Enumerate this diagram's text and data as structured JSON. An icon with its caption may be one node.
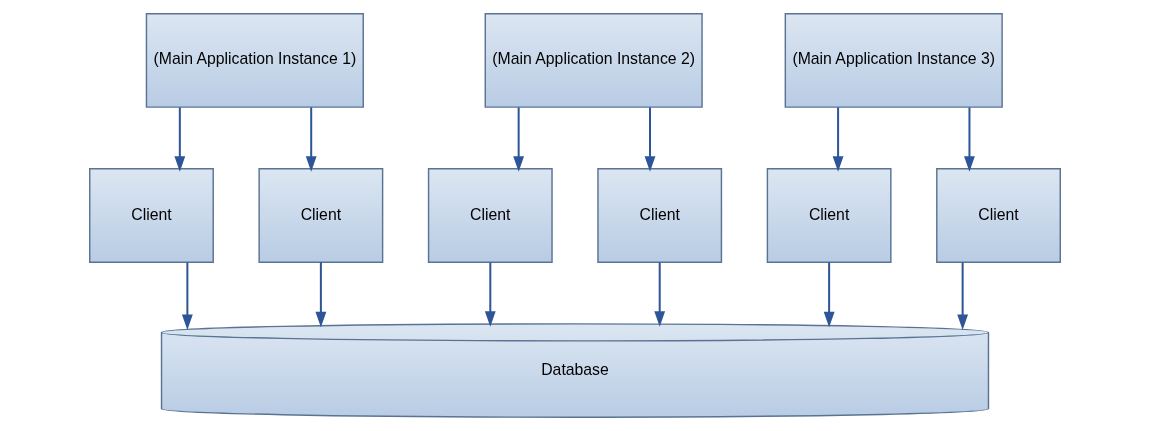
{
  "diagram": {
    "nodes": [
      {
        "text": [
          "(Main Application Instance 1)"
        ]
      },
      {
        "text": [
          "(Main Application Instance 2)"
        ]
      },
      {
        "text": [
          "(Main Application Instance 3)"
        ]
      },
      {
        "text": [
          "Client"
        ]
      },
      {
        "text": [
          "Client"
        ]
      },
      {
        "text": [
          "Client"
        ]
      },
      {
        "text": [
          "Client"
        ]
      },
      {
        "text": [
          "Client"
        ]
      },
      {
        "text": [
          "Client"
        ]
      },
      {
        "text": [
          "Database"
        ]
      }
    ],
    "edges": [
      {
        "from": 0,
        "to": 3,
        "arrow": "to"
      },
      {
        "from": 0,
        "to": 4,
        "arrow": "to"
      },
      {
        "from": 1,
        "to": 5,
        "arrow": "to"
      },
      {
        "from": 1,
        "to": 6,
        "arrow": "to"
      },
      {
        "from": 2,
        "to": 7,
        "arrow": "to"
      },
      {
        "from": 2,
        "to": 8,
        "arrow": "to"
      },
      {
        "from": 3,
        "to": 9,
        "arrow": "to"
      },
      {
        "from": 4,
        "to": 9,
        "arrow": "to"
      },
      {
        "from": 5,
        "to": 9,
        "arrow": "to"
      },
      {
        "from": 6,
        "to": 9,
        "arrow": "to"
      },
      {
        "from": 7,
        "to": 9,
        "arrow": "to"
      },
      {
        "from": 8,
        "to": 9,
        "arrow": "to"
      }
    ]
  }
}
